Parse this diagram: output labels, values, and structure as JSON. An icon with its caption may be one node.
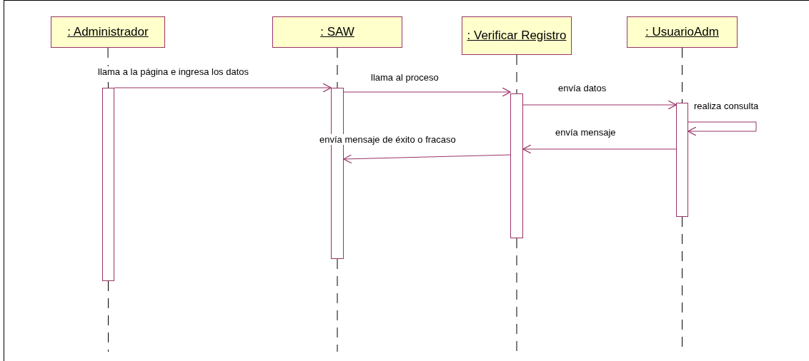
{
  "diagram": {
    "nodes": [
      {
        "text": [
          ": Administrador"
        ]
      },
      {
        "text": [
          ": SAW"
        ]
      },
      {
        "text": [
          ": Verificar Registro"
        ]
      },
      {
        "text": [
          ": UsuarioAdm"
        ]
      },
      {
        "text": [],
        "shape": "bar"
      },
      {
        "text": [],
        "shape": "bar"
      },
      {
        "text": [],
        "shape": "bar"
      },
      {
        "text": [],
        "shape": "bar"
      }
    ],
    "edges": [
      {
        "from": 0,
        "to": 4,
        "arrow": "none",
        "style": "dashed",
        "color": "#000000"
      },
      {
        "from": 1,
        "to": 5,
        "arrow": "none",
        "style": "dashed",
        "color": "#000000"
      },
      {
        "from": 2,
        "to": 6,
        "arrow": "none",
        "style": "dashed",
        "color": "#000000"
      },
      {
        "from": 3,
        "to": 7,
        "arrow": "none",
        "style": "dashed",
        "color": "#000000"
      },
      {
        "from": 4,
        "to": 5,
        "arrow": "to",
        "label": "llama a la página e ingresa los datos"
      },
      {
        "from": 5,
        "to": 6,
        "arrow": "to",
        "label": "llama al proceso"
      },
      {
        "from": 6,
        "to": 7,
        "arrow": "to",
        "label": "envía datos"
      },
      {
        "from": 7,
        "to": 7,
        "arrow": "to",
        "label": "realiza consulta"
      },
      {
        "from": 7,
        "to": 6,
        "arrow": "to",
        "label": "envía mensaje"
      },
      {
        "from": 6,
        "to": 5,
        "arrow": "to",
        "label": "envía mensaje de éxito o fracaso"
      }
    ]
  }
}
